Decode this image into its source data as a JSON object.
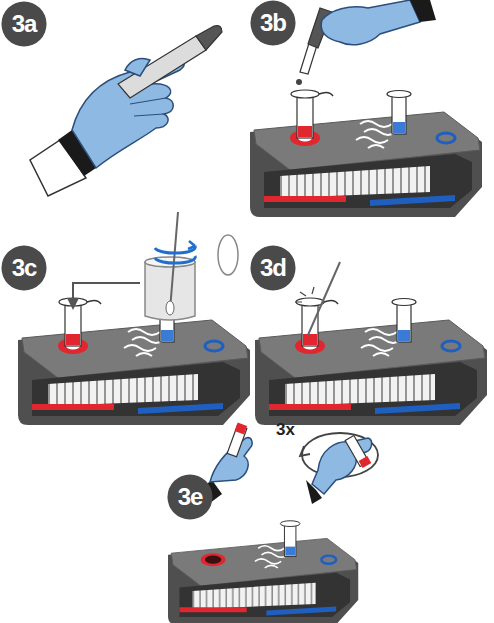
{
  "diagram": {
    "nodes": [
      {
        "text": [
          "3a"
        ]
      },
      {
        "text": [
          "3b"
        ]
      },
      {
        "text": [
          "3c"
        ]
      },
      {
        "text": [
          "3d"
        ]
      },
      {
        "text": [
          "3e"
        ]
      }
    ],
    "labels": [
      "3x"
    ]
  }
}
